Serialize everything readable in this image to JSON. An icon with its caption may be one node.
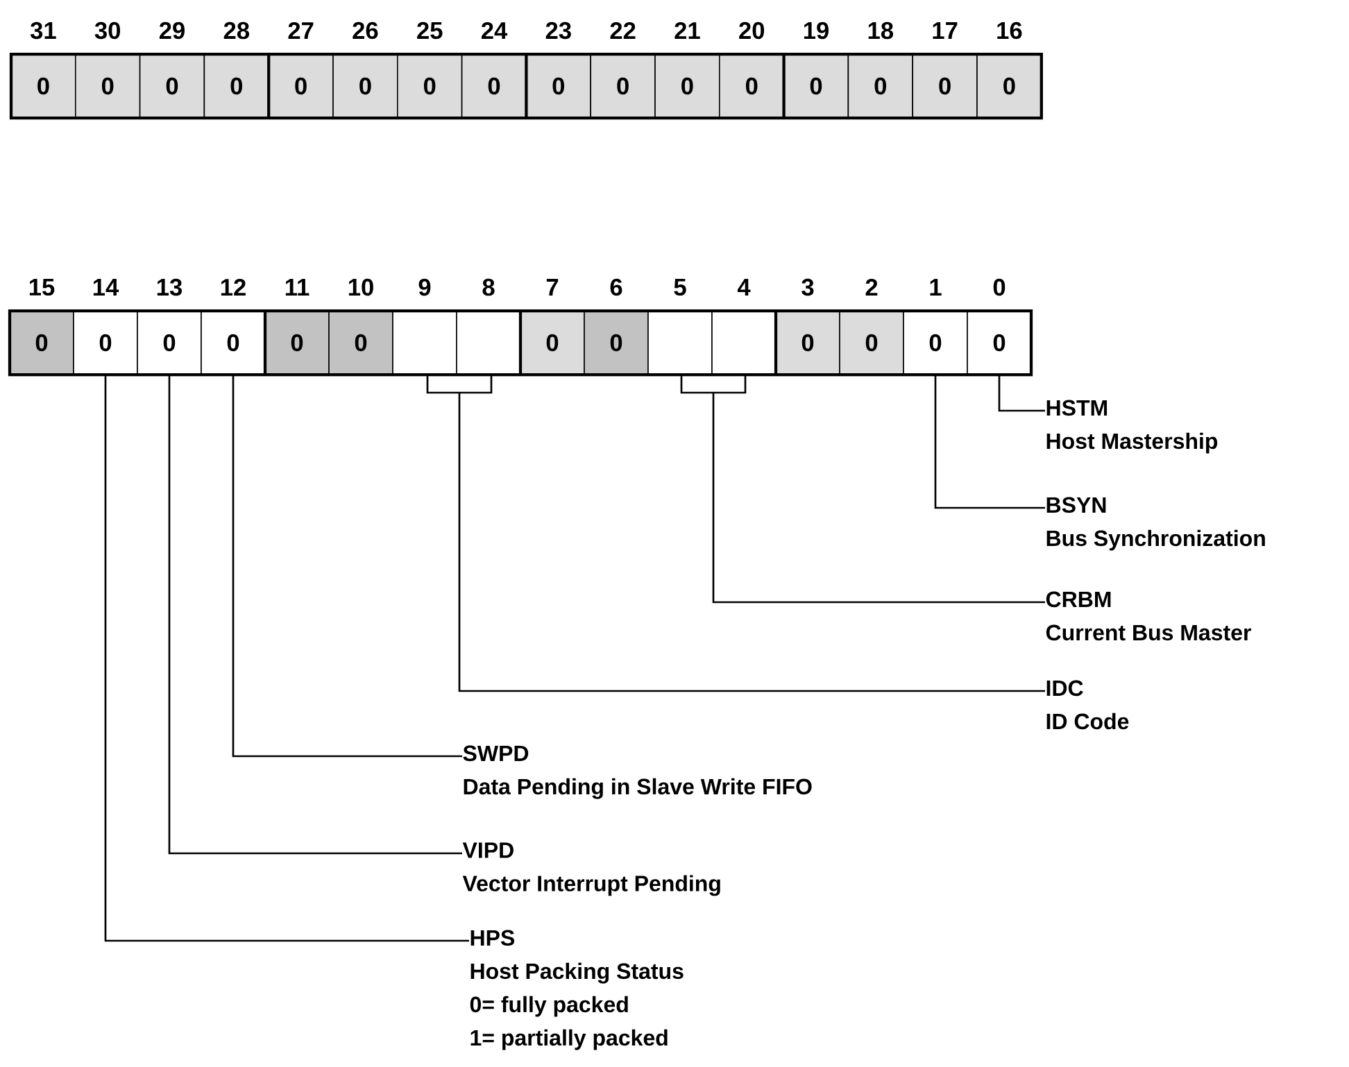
{
  "diagram": {
    "nodes": [
      {
        "text": [
          "0"
        ],
        "beside": [
          "31"
        ]
      },
      {
        "text": [
          "0"
        ],
        "beside": [
          "30"
        ]
      },
      {
        "text": [
          "0"
        ],
        "beside": [
          "29"
        ]
      },
      {
        "text": [
          "0"
        ],
        "beside": [
          "28"
        ]
      },
      {
        "text": [
          "0"
        ],
        "beside": [
          "27"
        ]
      },
      {
        "text": [
          "0"
        ],
        "beside": [
          "26"
        ]
      },
      {
        "text": [
          "0"
        ],
        "beside": [
          "25"
        ]
      },
      {
        "text": [
          "0"
        ],
        "beside": [
          "24"
        ]
      },
      {
        "text": [
          "0"
        ],
        "beside": [
          "23"
        ]
      },
      {
        "text": [
          "0"
        ],
        "beside": [
          "22"
        ]
      },
      {
        "text": [
          "0"
        ],
        "beside": [
          "21"
        ]
      },
      {
        "text": [
          "0"
        ],
        "beside": [
          "20"
        ]
      },
      {
        "text": [
          "0"
        ],
        "beside": [
          "19"
        ]
      },
      {
        "text": [
          "0"
        ],
        "beside": [
          "18"
        ]
      },
      {
        "text": [
          "0"
        ],
        "beside": [
          "17"
        ]
      },
      {
        "text": [
          "0"
        ],
        "beside": [
          "16"
        ]
      },
      {
        "text": [
          "0"
        ],
        "beside": [
          "15"
        ]
      },
      {
        "text": [
          "0"
        ],
        "beside": [
          "14"
        ]
      },
      {
        "text": [
          "0"
        ],
        "beside": [
          "13"
        ]
      },
      {
        "text": [
          "0"
        ],
        "beside": [
          "12"
        ]
      },
      {
        "text": [
          "0"
        ],
        "beside": [
          "11"
        ]
      },
      {
        "text": [
          "0"
        ],
        "beside": [
          "10"
        ]
      },
      {
        "text": [],
        "shape": "box",
        "beside": [
          "9"
        ]
      },
      {
        "text": [],
        "shape": "box",
        "beside": [
          "8"
        ]
      },
      {
        "text": [
          "0"
        ],
        "beside": [
          "7"
        ]
      },
      {
        "text": [
          "0"
        ],
        "beside": [
          "6"
        ]
      },
      {
        "text": [],
        "shape": "box",
        "beside": [
          "5"
        ]
      },
      {
        "text": [],
        "shape": "box",
        "beside": [
          "4"
        ]
      },
      {
        "text": [
          "0"
        ],
        "beside": [
          "3"
        ]
      },
      {
        "text": [
          "0"
        ],
        "beside": [
          "2"
        ]
      },
      {
        "text": [
          "0"
        ],
        "beside": [
          "1"
        ]
      },
      {
        "text": [
          "0"
        ],
        "beside": [
          "0"
        ]
      },
      {
        "text": [],
        "shape": "bracket"
      },
      {
        "text": [],
        "shape": "bracket"
      },
      {
        "text": [
          "HSTM",
          "Host Mastership"
        ]
      },
      {
        "text": [
          "BSYN",
          "Bus Synchronization"
        ]
      },
      {
        "text": [
          "CRBM",
          "Current Bus Master"
        ]
      },
      {
        "text": [
          "IDC",
          "ID Code"
        ]
      },
      {
        "text": [
          "SWPD",
          "Data Pending in Slave Write FIFO"
        ]
      },
      {
        "text": [
          "VIPD",
          "Vector Interrupt Pending"
        ]
      },
      {
        "text": [
          "HPS",
          "Host Packing Status",
          "0= fully packed",
          "1= partially packed"
        ]
      }
    ],
    "edges": [
      {
        "from": 34,
        "to": 31,
        "arrow": "none"
      },
      {
        "from": 35,
        "to": 30,
        "arrow": "none"
      },
      {
        "from": 36,
        "to": 33,
        "arrow": "none"
      },
      {
        "from": 37,
        "to": 32,
        "arrow": "none"
      },
      {
        "from": 38,
        "to": 19,
        "arrow": "none"
      },
      {
        "from": 39,
        "to": 18,
        "arrow": "none"
      },
      {
        "from": 40,
        "to": 17,
        "arrow": "none"
      }
    ]
  }
}
